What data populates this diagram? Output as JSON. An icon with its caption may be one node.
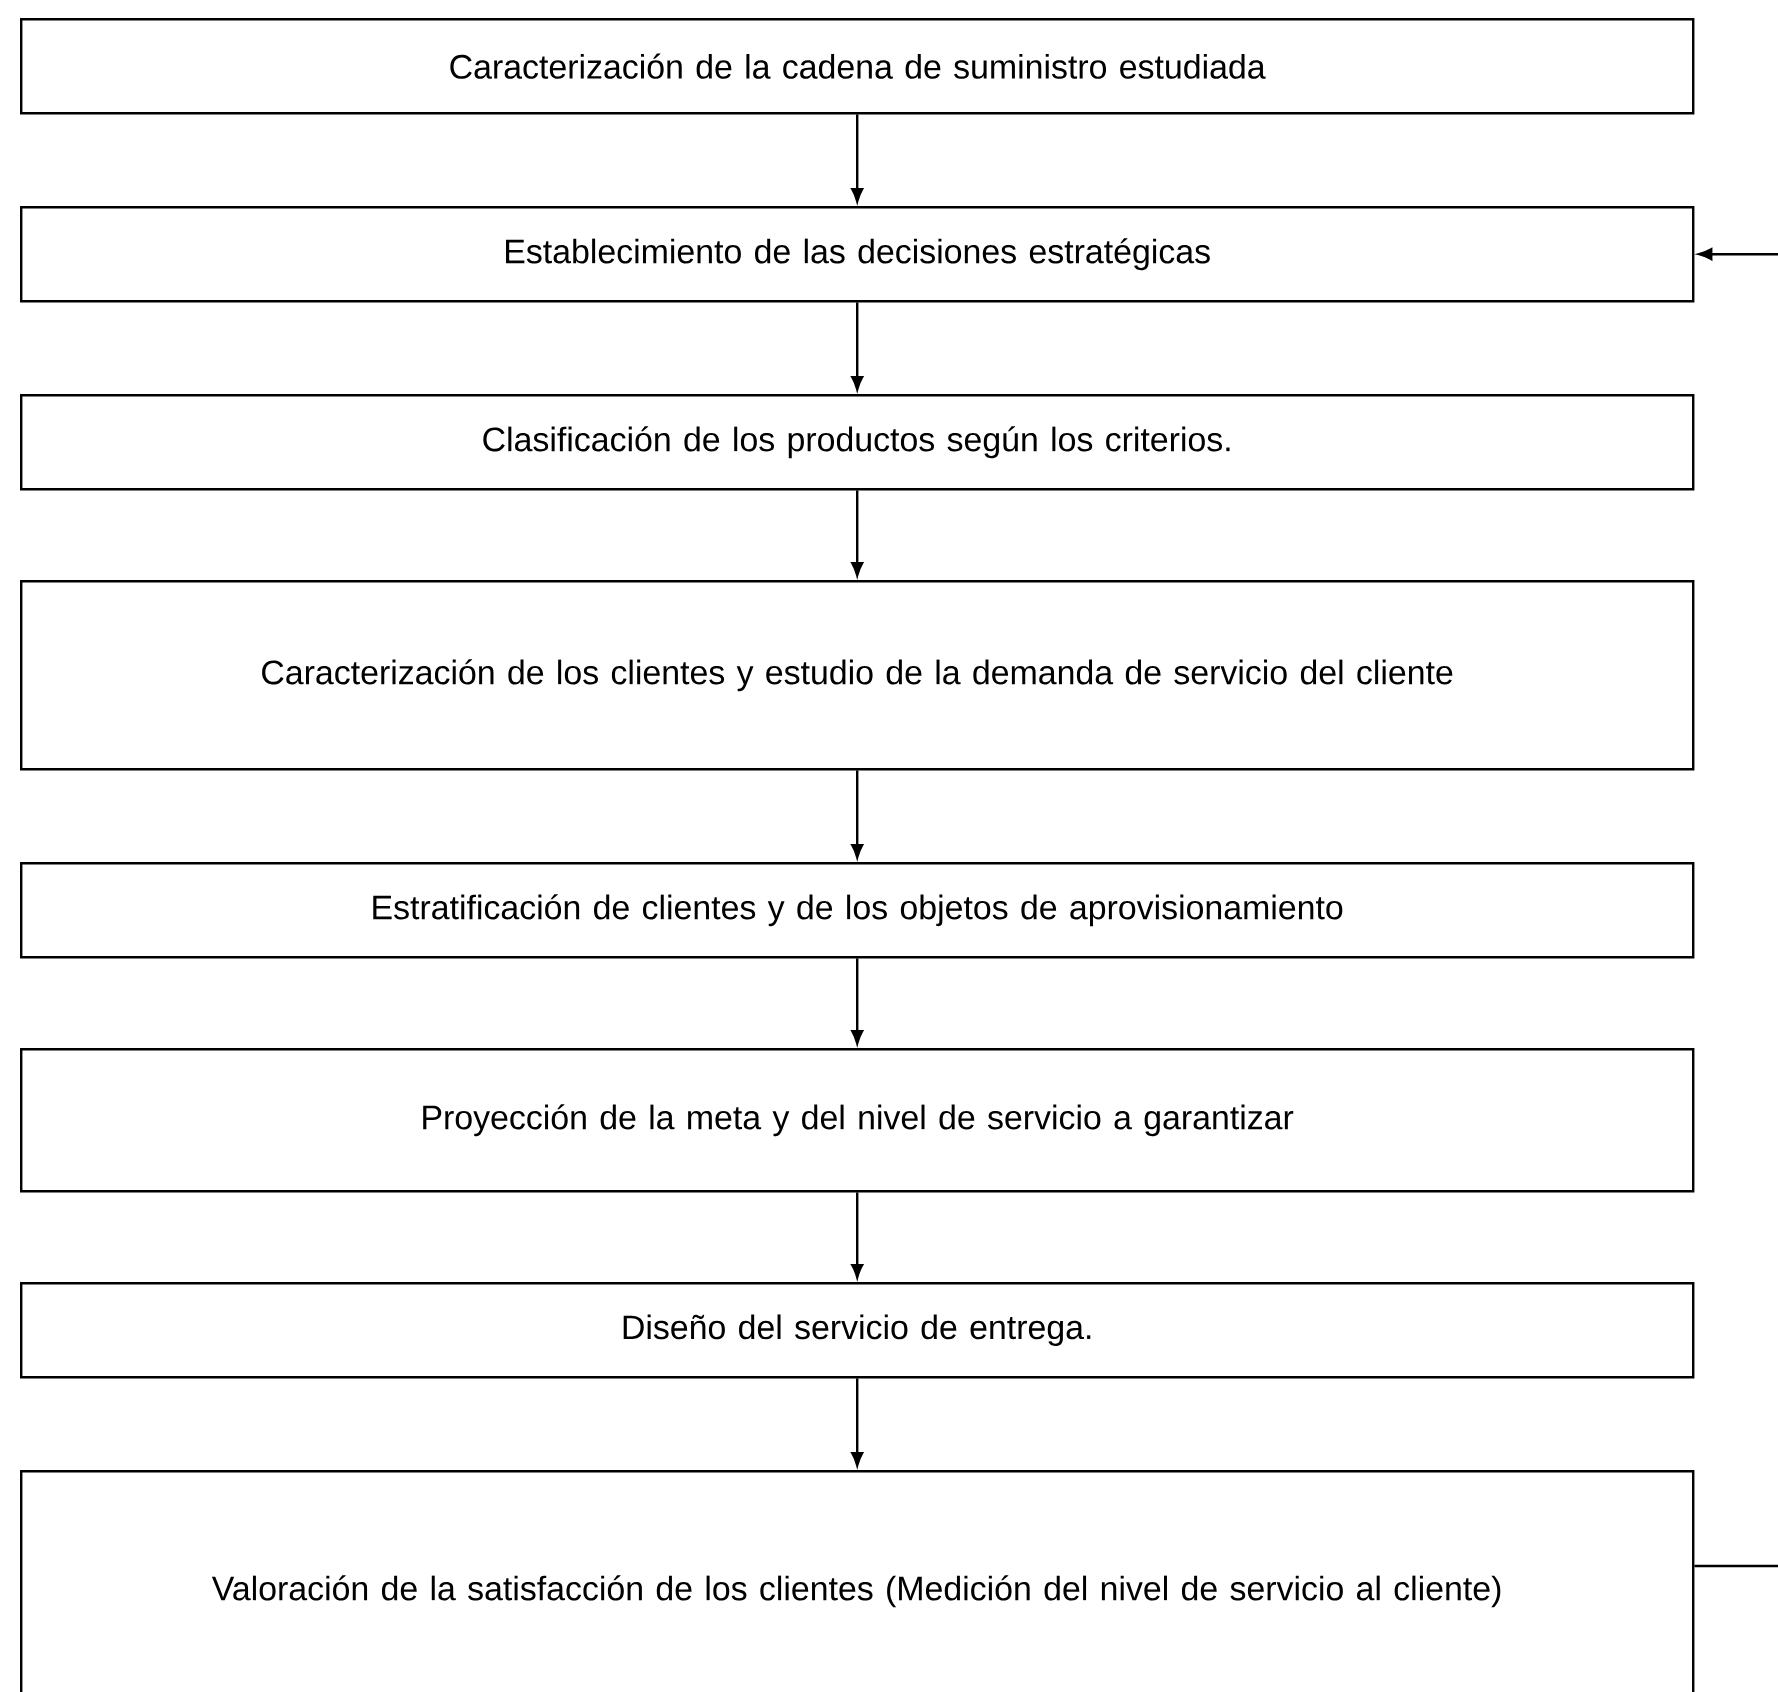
{
  "diagram": {
    "nodes": [
      {
        "text": [
          "Caracterización de la cadena de suministro estudiada"
        ]
      },
      {
        "text": [
          "Establecimiento de las decisiones estratégicas"
        ]
      },
      {
        "text": [
          "Clasificación de los productos según los criterios."
        ]
      },
      {
        "text": [
          "Caracterización de los clientes y estudio de la demanda de servicio del cliente"
        ]
      },
      {
        "text": [
          "Estratificación de clientes y de los objetos de aprovisionamiento"
        ]
      },
      {
        "text": [
          "Proyección de la meta y del nivel de servicio a garantizar"
        ]
      },
      {
        "text": [
          "Diseño del servicio de entrega."
        ]
      },
      {
        "text": [
          "Valoración de la satisfacción de los clientes (Medición del nivel de servicio al cliente)"
        ]
      }
    ],
    "edges": [
      {
        "from": 0,
        "to": 1,
        "arrow": "to"
      },
      {
        "from": 1,
        "to": 2,
        "arrow": "to"
      },
      {
        "from": 2,
        "to": 3,
        "arrow": "to"
      },
      {
        "from": 3,
        "to": 4,
        "arrow": "to"
      },
      {
        "from": 4,
        "to": 5,
        "arrow": "to"
      },
      {
        "from": 5,
        "to": 6,
        "arrow": "to"
      },
      {
        "from": 6,
        "to": 7,
        "arrow": "to"
      },
      {
        "from": 7,
        "to": 1,
        "arrow": "to"
      }
    ]
  }
}
